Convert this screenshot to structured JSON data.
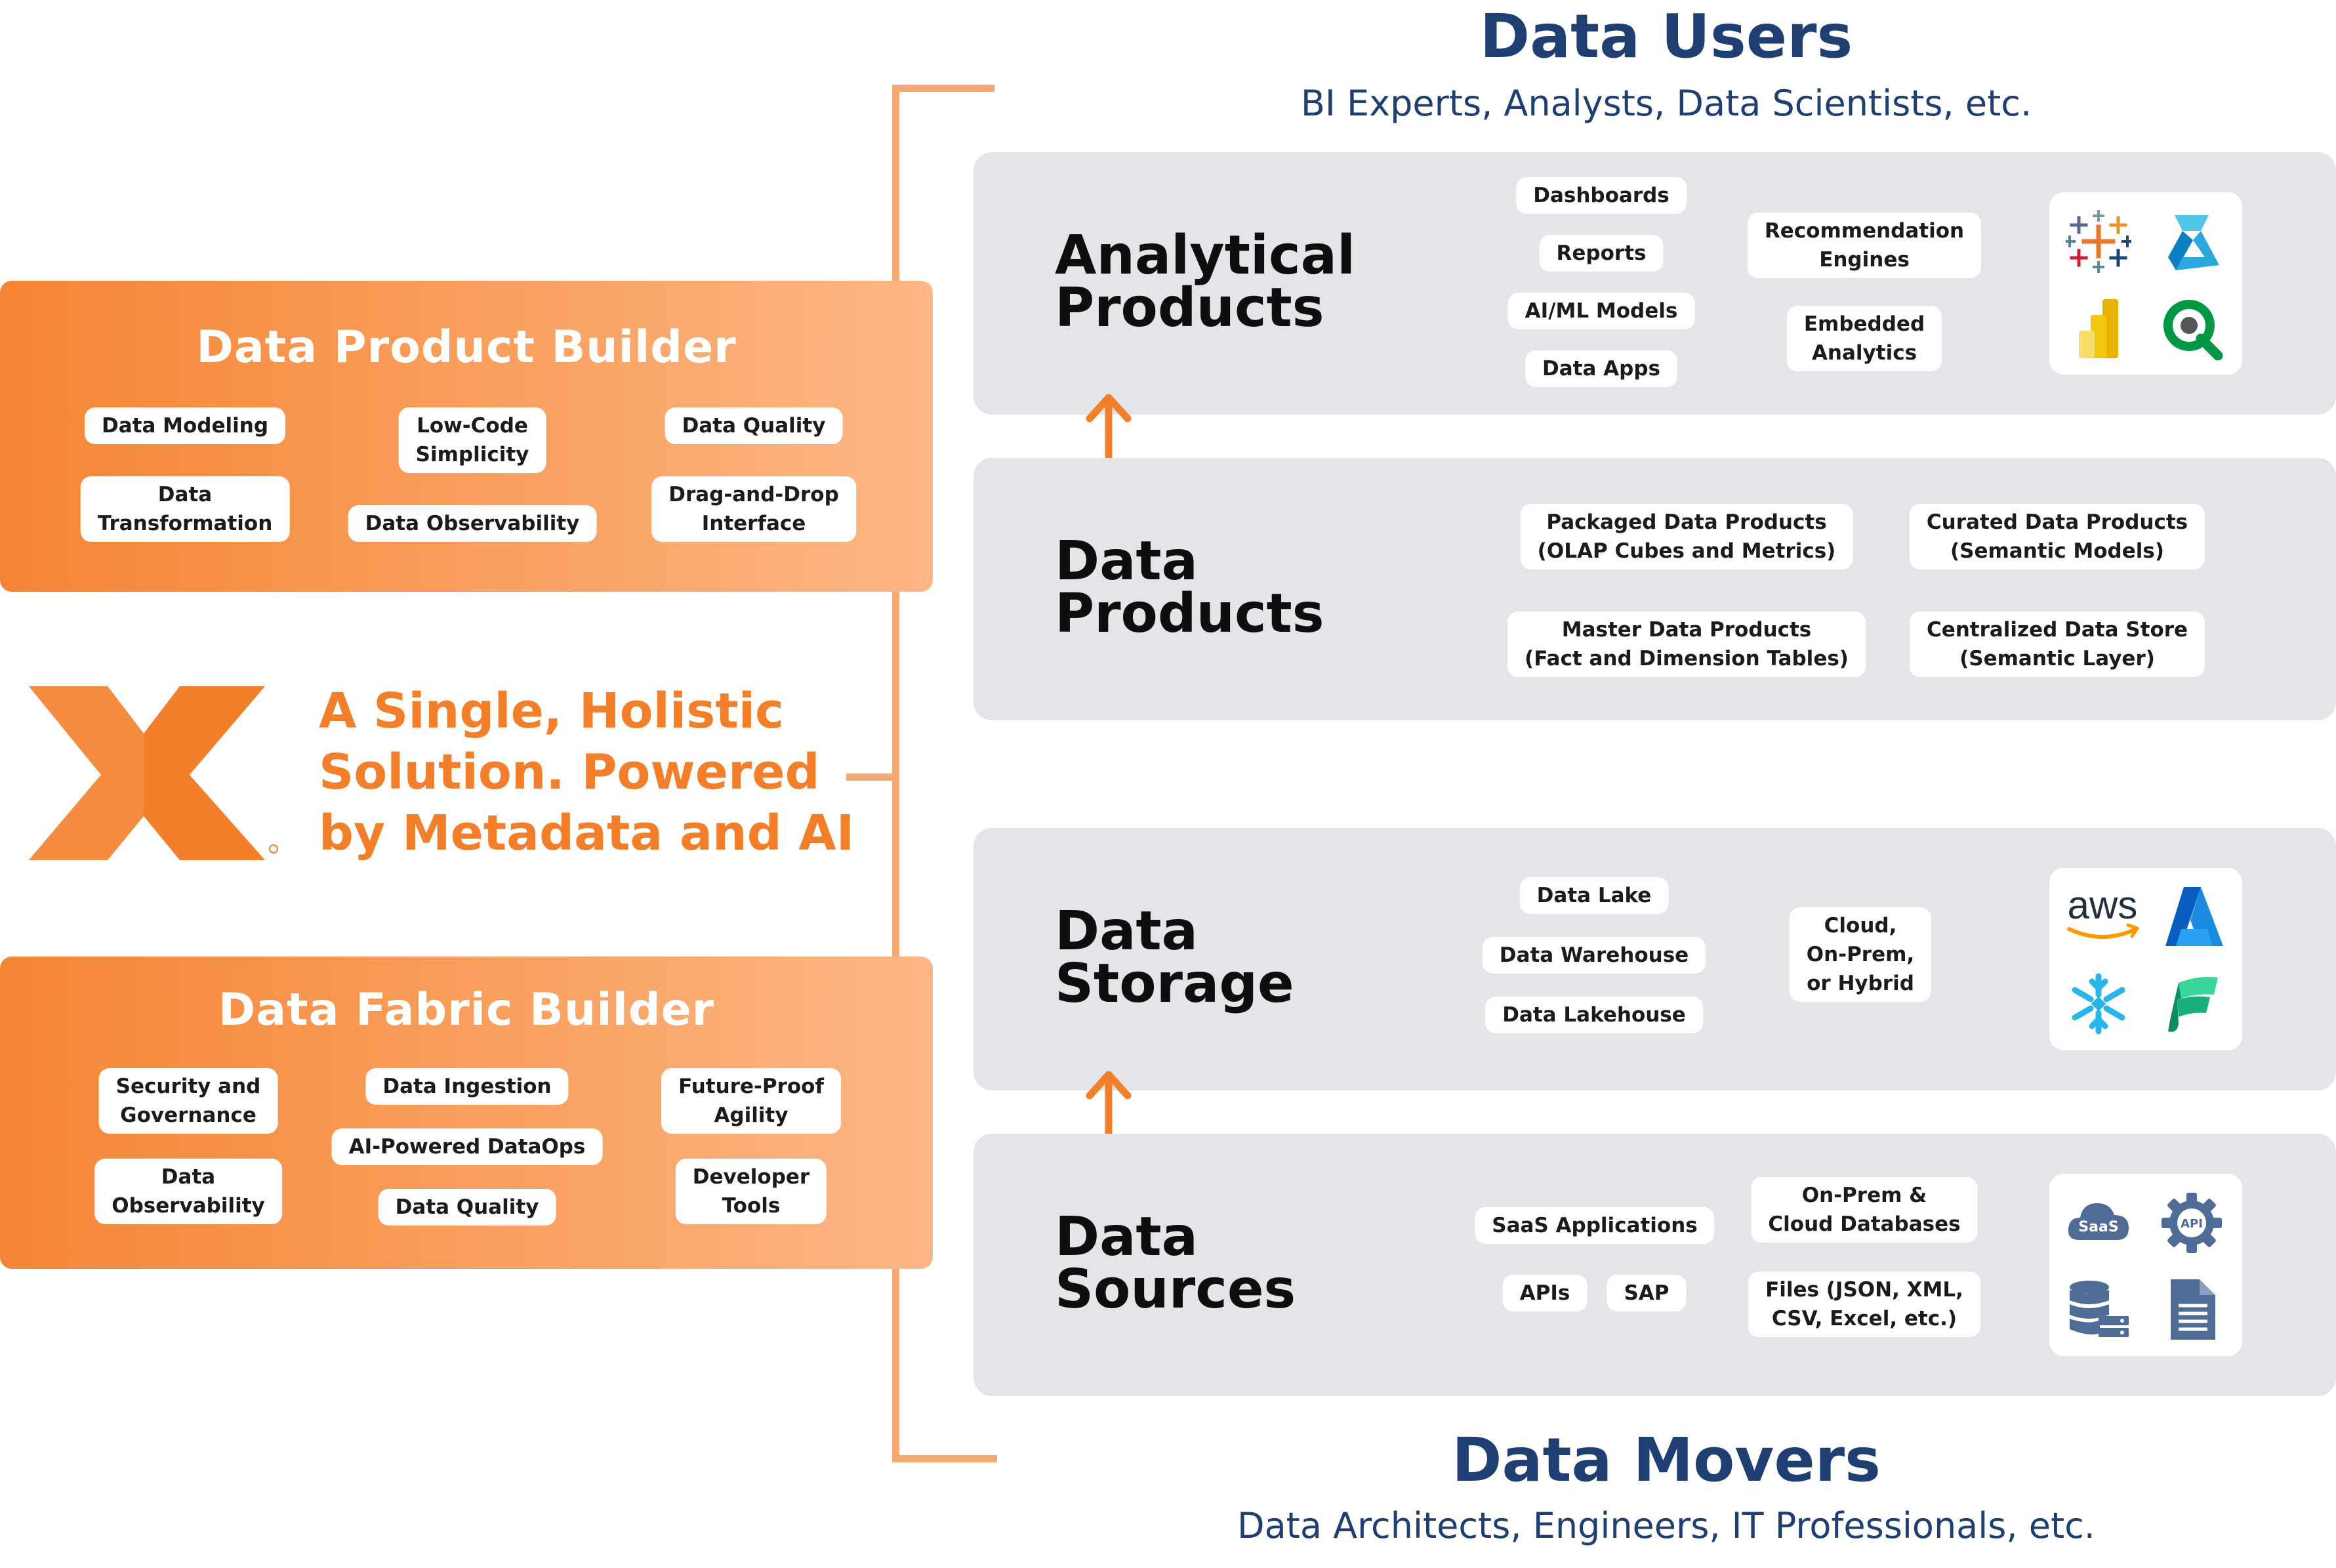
{
  "header": {
    "title": "Data Users",
    "subtitle": "BI Experts, Analysts, Data Scientists, etc."
  },
  "footer": {
    "title": "Data Movers",
    "subtitle": "Data Architects, Engineers, IT Professionals, etc."
  },
  "slogan": {
    "line1": "A Single, Holistic",
    "line2": "Solution. Powered",
    "line3": "by Metadata and AI"
  },
  "brand": {
    "accent": "#f37f2b",
    "navy": "#1f3f72",
    "logo_icon": "x-logo-icon"
  },
  "product_builder": {
    "title": "Data Product Builder",
    "pills": {
      "modeling": "Data Modeling",
      "lowcode_1": "Low-Code",
      "lowcode_2": "Simplicity",
      "quality": "Data Quality",
      "transform_1": "Data",
      "transform_2": "Transformation",
      "observability": "Data Observability",
      "dragdrop_1": "Drag-and-Drop",
      "dragdrop_2": "Interface"
    }
  },
  "fabric_builder": {
    "title": "Data Fabric Builder",
    "pills": {
      "security_1": "Security and",
      "security_2": "Governance",
      "ingestion": "Data Ingestion",
      "future_1": "Future-Proof",
      "future_2": "Agility",
      "aidataops": "AI-Powered DataOps",
      "observ_1": "Data",
      "observ_2": "Observability",
      "quality": "Data Quality",
      "devtools_1": "Developer",
      "devtools_2": "Tools"
    }
  },
  "layers": {
    "analytical": {
      "title_1": "Analytical",
      "title_2": "Products",
      "pills": {
        "dashboards": "Dashboards",
        "reports": "Reports",
        "aiml": "AI/ML Models",
        "apps": "Data Apps",
        "reco_1": "Recommendation",
        "reco_2": "Engines",
        "embedded_1": "Embedded",
        "embedded_2": "Analytics"
      },
      "logos": [
        "tableau-icon",
        "azure-ml-icon",
        "power-bi-icon",
        "qlik-icon"
      ]
    },
    "products": {
      "title_1": "Data",
      "title_2": "Products",
      "pills": {
        "packaged_1": "Packaged Data Products",
        "packaged_2": "(OLAP Cubes and Metrics)",
        "curated_1": "Curated Data Products",
        "curated_2": "(Semantic Models)",
        "master_1": "Master Data Products",
        "master_2": "(Fact and Dimension Tables)",
        "central_1": "Centralized Data Store",
        "central_2": "(Semantic Layer)"
      }
    },
    "storage": {
      "title_1": "Data",
      "title_2": "Storage",
      "pills": {
        "lake": "Data Lake",
        "warehouse": "Data Warehouse",
        "lakehouse": "Data Lakehouse",
        "cloud_1": "Cloud,",
        "cloud_2": "On-Prem,",
        "cloud_3": "or Hybrid"
      },
      "logos": [
        "aws-icon",
        "azure-icon",
        "snowflake-icon",
        "fabric-icon"
      ],
      "aws_text": "aws"
    },
    "sources": {
      "title_1": "Data",
      "title_2": "Sources",
      "pills": {
        "saas": "SaaS Applications",
        "apis": "APIs",
        "sap": "SAP",
        "onprem_1": "On-Prem &",
        "onprem_2": "Cloud Databases",
        "files_1": "Files (JSON, XML,",
        "files_2": "CSV, Excel, etc.)"
      },
      "logos": [
        "saas-cloud-icon",
        "api-gear-icon",
        "database-server-icon",
        "document-icon"
      ],
      "saas_text": "SaaS",
      "api_text": "API"
    }
  }
}
